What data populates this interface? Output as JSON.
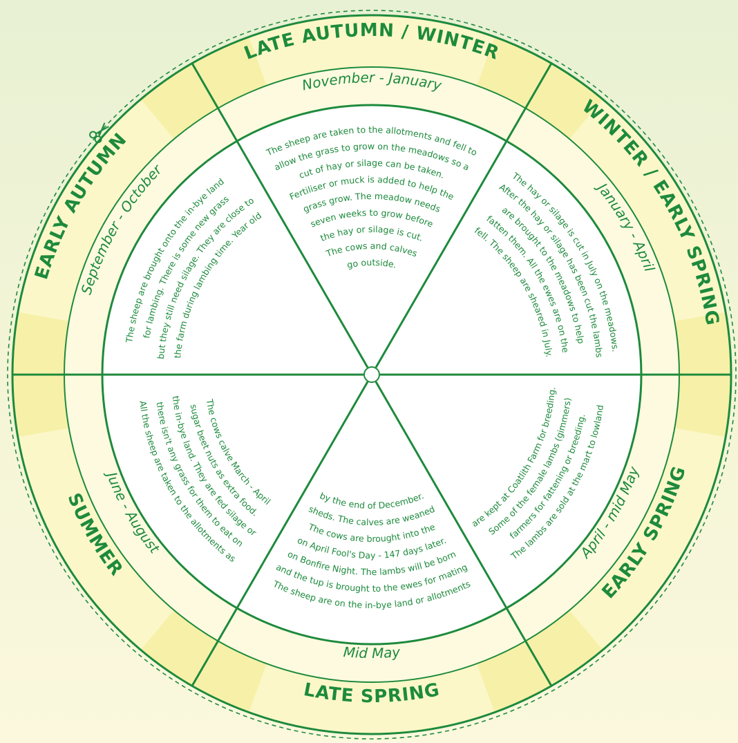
{
  "colors": {
    "line": "#1d8a3c",
    "text": "#1d8a3c",
    "outer_ring": "#fbf7c8",
    "outer_ring_highlight": "#f7f0a8",
    "middle_ring": "#fdfae0",
    "center": "#ffffff",
    "dashed": "#1d8a3c"
  },
  "cut_icon": "scissors-icon",
  "sectors": [
    {
      "id": "late-autumn-winter",
      "season": "LATE AUTUMN  / WINTER",
      "months": "November - January",
      "text": [
        "The sheep are taken to the allotments and fell to",
        "allow the grass to grow on the meadows so a",
        "cut of hay or silage can be taken.",
        "Fertiliser or muck is added to help the",
        "grass grow. The meadow needs",
        "seven weeks to grow before",
        "the hay or silage is cut.",
        "The cows and calves",
        "go outside."
      ]
    },
    {
      "id": "winter-early-spring",
      "season": "WINTER / EARLY SPRING",
      "months": "January - April",
      "text": [
        "The hay or silage is cut in July on the meadows.",
        "After the hay or silage has been cut the lambs",
        "are brought to the meadows to help",
        "fatten them. All the ewes are on the",
        "fell. The sheep are sheared in July."
      ]
    },
    {
      "id": "early-spring",
      "season": "EARLY SPRING",
      "months": "April - mid May",
      "text": [
        "The lambs are sold at the mart to lowland",
        "farmers for fattening or breeding.",
        "Some of the female lambs (gimmers)",
        "are kept at Coatlith Farm for breeding."
      ]
    },
    {
      "id": "late-spring",
      "season": "LATE SPRING",
      "months": "Mid May",
      "text": [
        "The sheep are on the in-bye land or allotments",
        "and the tup is brought to the ewes for mating",
        "on Bonfire Night. The lambs will be born",
        "on April Fool's Day - 147 days later.",
        "The cows are brought into the",
        "sheds. The calves are weaned",
        "by the end of December."
      ]
    },
    {
      "id": "summer",
      "season": "SUMMER",
      "months": "June - August",
      "text": [
        "All the sheep are taken to the allotments as",
        "there isn't any grass for them to eat on",
        "the in-bye land. They are fed silage or",
        "sugar beet nuts as extra food.",
        "The cows calve March - April"
      ]
    },
    {
      "id": "early-autumn",
      "season": "EARLY AUTUMN",
      "months": "September - October",
      "text": [
        "The sheep are brought onto the in-bye land",
        "for lambing. There is some new grass",
        "but they still need silage. They are close to",
        "the farm during lambing time. Year old"
      ]
    }
  ]
}
